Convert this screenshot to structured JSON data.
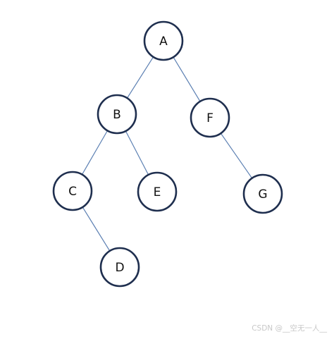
{
  "diagram": {
    "type": "binary-tree",
    "nodes": [
      {
        "id": "A",
        "label": "A"
      },
      {
        "id": "B",
        "label": "B"
      },
      {
        "id": "F",
        "label": "F"
      },
      {
        "id": "C",
        "label": "C"
      },
      {
        "id": "E",
        "label": "E"
      },
      {
        "id": "G",
        "label": "G"
      },
      {
        "id": "D",
        "label": "D"
      }
    ],
    "edges": [
      {
        "from": "A",
        "to": "B"
      },
      {
        "from": "A",
        "to": "F"
      },
      {
        "from": "B",
        "to": "C"
      },
      {
        "from": "B",
        "to": "E"
      },
      {
        "from": "F",
        "to": "G"
      },
      {
        "from": "C",
        "to": "D"
      }
    ]
  },
  "watermark": {
    "text": "CSDN @__空无一人__"
  },
  "colors": {
    "node_stroke": "#1f2f4f",
    "edge": "#5b7fb2",
    "background": "#ffffff"
  }
}
